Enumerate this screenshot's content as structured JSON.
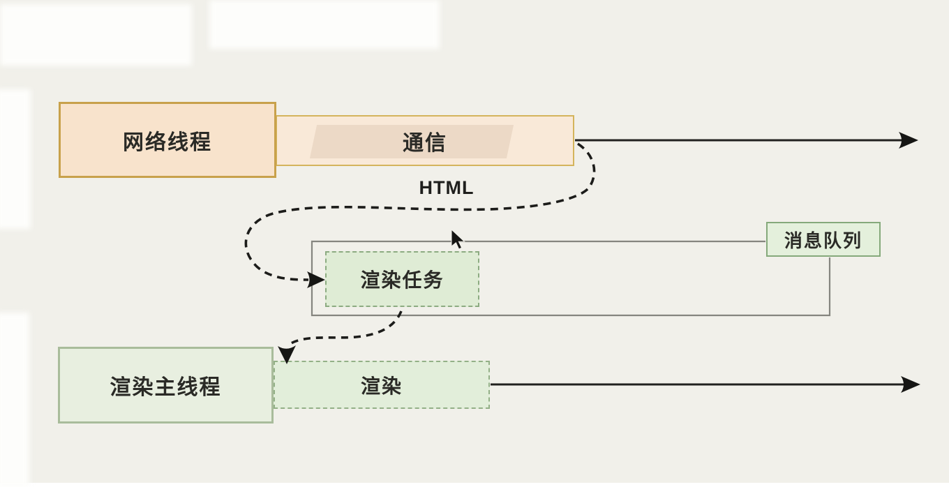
{
  "nodes": {
    "network_thread": {
      "label": "网络线程"
    },
    "communication": {
      "label": "通信"
    },
    "message_queue": {
      "label": "消息队列"
    },
    "render_task": {
      "label": "渲染任务"
    },
    "render_main_thread": {
      "label": "渲染主线程"
    },
    "render": {
      "label": "渲染"
    }
  },
  "edges": {
    "html_flow_label": "HTML"
  },
  "colors": {
    "background": "#f1f0ea",
    "network_fill": "#f8e3cc",
    "network_border": "#c8a14b",
    "communication_fill": "#f9e9d8",
    "communication_inner": "#ecd9c6",
    "queue_fill": "#e4f0dc",
    "queue_border": "#85a97b",
    "task_fill": "#dfecd5",
    "dashed_green_border": "#8cab81",
    "main_thread_fill": "#e8efe0",
    "main_thread_border": "#a9bc9b",
    "loop_line_gray": "#85857f",
    "arrow_black": "#21211f",
    "text": "#2a2a26"
  }
}
